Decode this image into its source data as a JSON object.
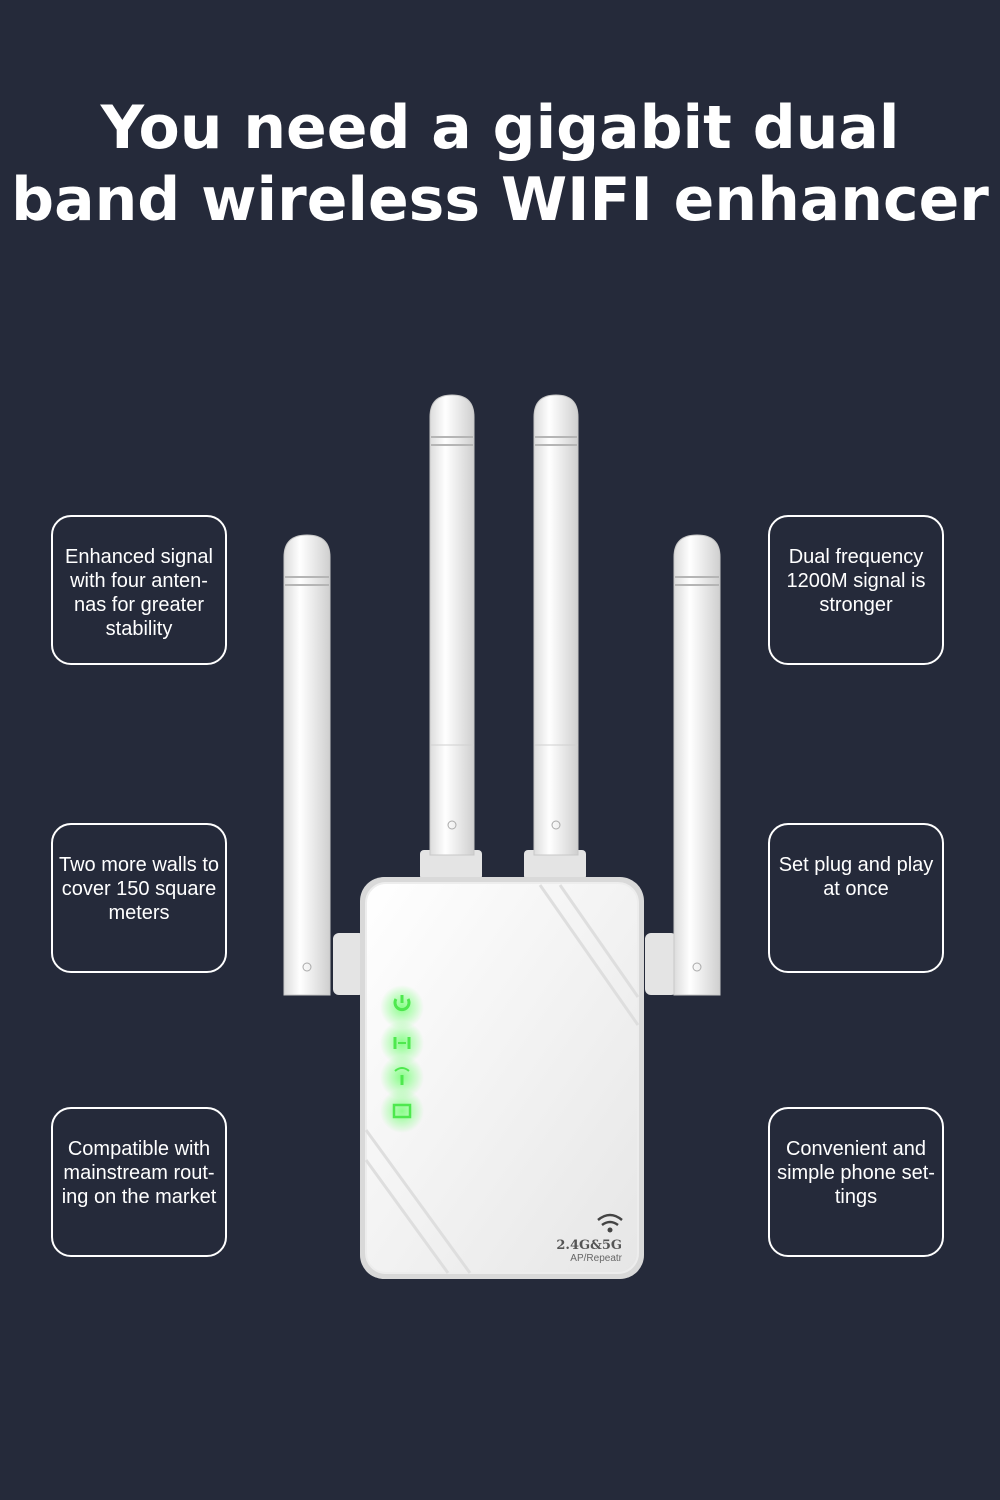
{
  "headline": {
    "line1": "You need a gigabit dual",
    "line2": "band wireless WIFI enhancer"
  },
  "features": [
    "Enhanced signal with four anten- nas for greater stability",
    "Dual frequency 1200M signal is stronger",
    "Two more walls to cover 150 square meters",
    "Set plug and play at once",
    "Compatible with mainstream rout- ing on the market",
    "Convenient and simple phone set- tings"
  ],
  "device": {
    "band_label": "2.4G&5G",
    "mode_label": "AP/Repeatr",
    "led_color": "#4ee84e",
    "icons": [
      "power-icon",
      "repeater-icon",
      "signal-icon",
      "lan-icon",
      "wifi-icon"
    ]
  },
  "colors": {
    "background": "#252a3a",
    "text": "#ffffff"
  }
}
